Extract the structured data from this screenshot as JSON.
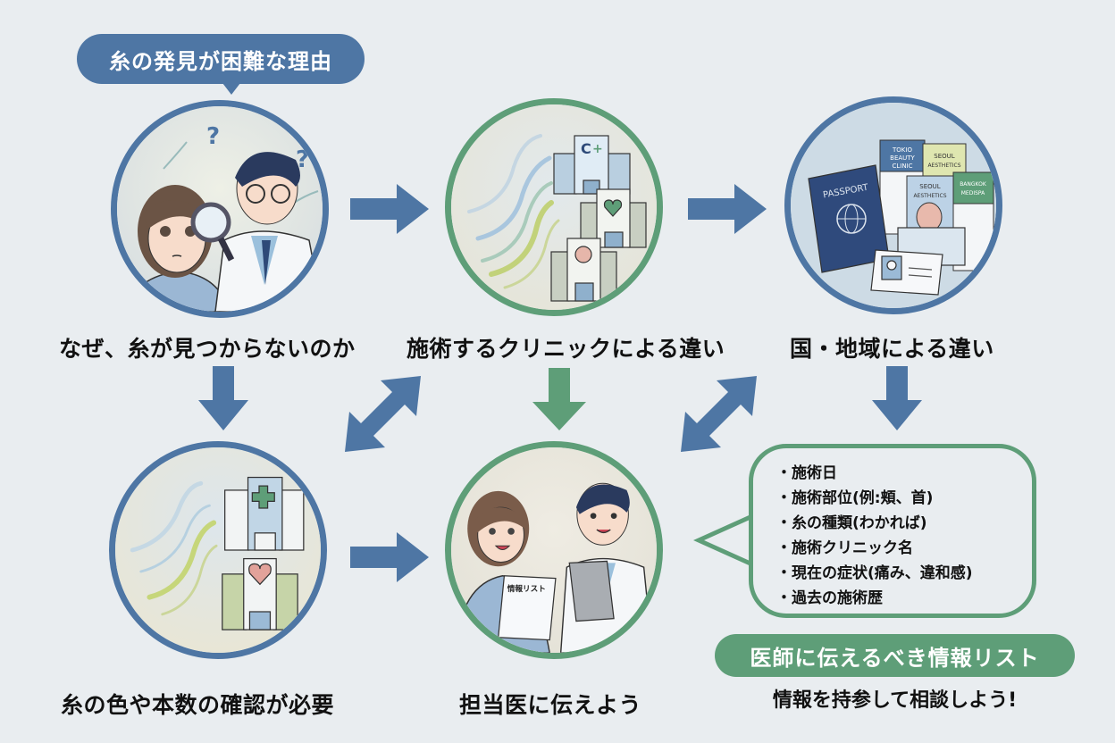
{
  "header": {
    "title": "糸の発見が困難な理由"
  },
  "steps": [
    {
      "id": "why-not-found",
      "label": "なぜ、糸が見つからないのか",
      "border_color": "#4e76a4",
      "illustration": "doctor-examining-patient-with-magnifier"
    },
    {
      "id": "clinic-differences",
      "label": "施術するクリニックによる違い",
      "border_color": "#5e9e78",
      "illustration": "threads-and-clinic-buildings"
    },
    {
      "id": "region-differences",
      "label": "国・地域による違い",
      "border_color": "#4e76a4",
      "illustration": "passport-and-clinic-brochures"
    },
    {
      "id": "confirm-thread",
      "label": "糸の色や本数の確認が必要",
      "border_color": "#4e76a4",
      "illustration": "threads-and-hospital-buildings"
    },
    {
      "id": "tell-doctor",
      "label": "担当医に伝えよう",
      "border_color": "#5e9e78",
      "illustration": "patient-and-doctor-with-list"
    }
  ],
  "illustration_text": {
    "passport": "PASSPORT",
    "brochure_1": [
      "TOKIO",
      "BEAUTY",
      "CLINIC"
    ],
    "brochure_2": [
      "SEOUL",
      "AESTHETICS"
    ],
    "brochure_3": [
      "SEOUL",
      "AESTHETICS"
    ],
    "brochure_4": [
      "BANGKOK",
      "MEDISPA"
    ],
    "paper_label": "情報リスト"
  },
  "info_list": {
    "items": [
      "施術日",
      "施術部位(例:頬、首)",
      "糸の種類(わかれば)",
      "施術クリニック名",
      "現在の症状(痛み、違和感)",
      "過去の施術歴"
    ],
    "title": "医師に伝えるべき情報リスト",
    "subtitle": "情報を持参して相談しよう!"
  },
  "colors": {
    "blue": "#4e76a4",
    "green": "#5e9e78",
    "background": "#e9edf0"
  }
}
